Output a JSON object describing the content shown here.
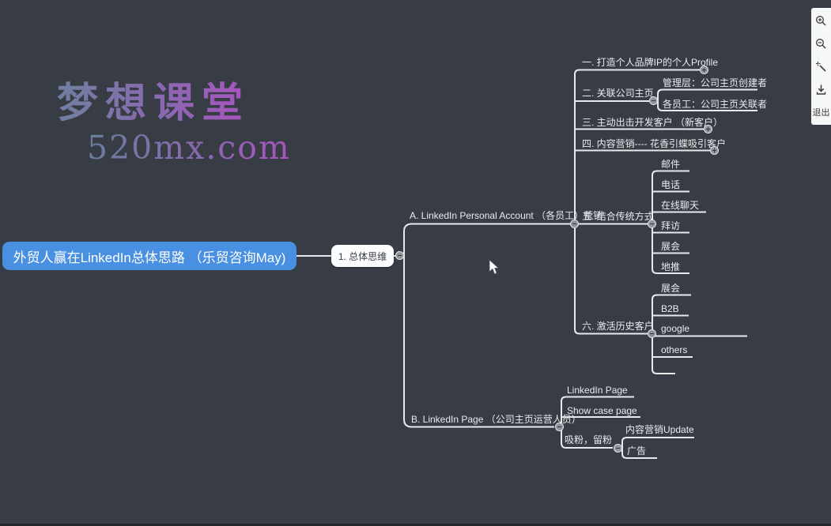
{
  "app": {
    "background": "#383d45",
    "line_color": "#e7e9eb",
    "accent_blue": "#4a90e2"
  },
  "watermark": {
    "title": "梦想课堂",
    "url": "520mx.com",
    "gradient_start": "#7484a6",
    "gradient_end": "#b055c8"
  },
  "toolbar": {
    "icons": [
      "zoom-in",
      "zoom-out",
      "magic-wand",
      "download"
    ],
    "exit_label": "退出"
  },
  "mindmap": {
    "root": {
      "label": "外贸人赢在LinkedIn总体思路 （乐贸咨询May)"
    },
    "main": {
      "label": "1. 总体思维"
    },
    "branch_a": {
      "label": "A. LinkedIn Personal Account （各员工）营销",
      "children": [
        {
          "label": "一. 打造个人品牌IP的个人Profile",
          "collapsed": true
        },
        {
          "label": "二. 关联公司主页",
          "children": [
            {
              "label": "管理层：公司主页创建者"
            },
            {
              "label": "各员工：公司主页关联者"
            }
          ]
        },
        {
          "label": "三. 主动出击开发客户 （新客户）",
          "collapsed": true
        },
        {
          "label": "四. 内容营销---- 花香引蝶吸引客户",
          "collapsed": true
        },
        {
          "label": "五. 结合传统方式",
          "children": [
            {
              "label": "邮件"
            },
            {
              "label": "电话"
            },
            {
              "label": "在线聊天"
            },
            {
              "label": "拜访"
            },
            {
              "label": "展会"
            },
            {
              "label": "地推"
            }
          ]
        },
        {
          "label": "六. 激活历史客户",
          "children": [
            {
              "label": "展会"
            },
            {
              "label": "B2B"
            },
            {
              "label": "google"
            },
            {
              "label": "others"
            },
            {
              "label": ""
            }
          ]
        }
      ]
    },
    "branch_b": {
      "label": "B. LinkedIn Page （公司主页运营人员）",
      "children": [
        {
          "label": "LinkedIn Page"
        },
        {
          "label": "Show case page"
        },
        {
          "label": "吸粉，留粉",
          "children": [
            {
              "label": "内容营销Update"
            },
            {
              "label": "广告"
            }
          ]
        }
      ]
    }
  }
}
